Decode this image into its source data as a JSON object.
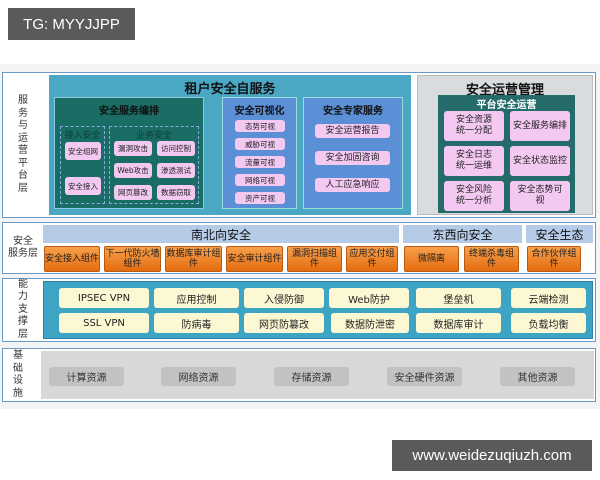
{
  "watermarks": {
    "top": "TG: MYYJJPP",
    "bottom": "www.weidezuqiuzh.com"
  },
  "layers": {
    "service_ops": {
      "label": [
        "服",
        "务",
        "与",
        "运",
        "营",
        "平",
        "台",
        "层"
      ],
      "tenant": {
        "title": "租户安全自服务",
        "orchestration": {
          "title": "安全服务编排",
          "access_security": {
            "title": "接入安全",
            "items": [
              "安全组网",
              "安全接入"
            ]
          },
          "business_security": {
            "title": "业务安全",
            "items": [
              "漏洞攻击",
              "访问控制",
              "Web攻击",
              "渗透测试",
              "网页篡改",
              "数据窃取"
            ]
          }
        },
        "visualization": {
          "title": "安全可视化",
          "items": [
            "态势可视",
            "威胁可视",
            "流量可视",
            "网络可视",
            "资产可视"
          ]
        },
        "expert": {
          "title": "安全专家服务",
          "items": [
            "安全运营报告",
            "安全加固咨询",
            "人工应急响应"
          ]
        }
      },
      "operations": {
        "title": "安全运营管理",
        "platform_title": "平台安全运营",
        "items": [
          "安全资源\n统一分配",
          "安全服务编排",
          "安全日志\n统一运维",
          "安全状态监控",
          "安全风险\n统一分析",
          "安全态势可\n视"
        ]
      }
    },
    "security_service": {
      "label": [
        "安全",
        "服务层"
      ],
      "zones": [
        "南北向安全",
        "东西向安全",
        "安全生态"
      ],
      "components": [
        "安全接入组件",
        "下一代防火墙组件",
        "数据库审计组件",
        "安全审计组件",
        "漏洞扫描组件",
        "应用交付组件",
        "微隔离",
        "终端杀毒组件",
        "合作伙伴组件"
      ]
    },
    "capability": {
      "label": [
        "能",
        "力",
        "支",
        "撑",
        "层"
      ],
      "row1": [
        "IPSEC VPN",
        "应用控制",
        "入侵防御",
        "Web防护",
        "堡垒机",
        "云端检测"
      ],
      "row2": [
        "SSL VPN",
        "防病毒",
        "网页防篡改",
        "数据防泄密",
        "数据库审计",
        "负载均衡"
      ]
    },
    "infrastructure": {
      "label": [
        "基",
        "础",
        "设",
        "施"
      ],
      "items": [
        "计算资源",
        "网络资源",
        "存储资源",
        "安全硬件资源",
        "其他资源"
      ]
    }
  },
  "colors": {
    "tenant_bg": "#4aa8c4",
    "orchestration_bg": "#196d64",
    "panel_blue": "#5b90d6",
    "pink_box": "#f3c9f2",
    "orange_box": "#f08a2a",
    "yellow_box": "#fdf8d4",
    "infra_gray": "#c2c2c2"
  }
}
